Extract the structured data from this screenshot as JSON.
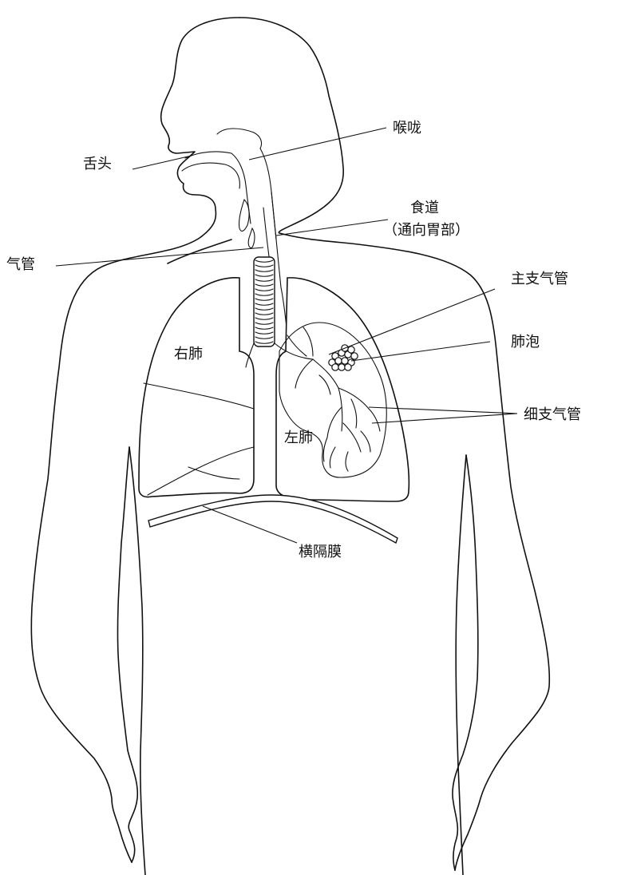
{
  "labels": {
    "tongue": "舌头",
    "pharynx": "喉咙",
    "esophagus": "食道",
    "esophagus_note": "（通向胃部）",
    "trachea": "气管",
    "main_bronchus": "主支气管",
    "alveoli": "肺泡",
    "right_lung": "右肺",
    "bronchioles": "细支气管",
    "left_lung": "左肺",
    "diaphragm": "横隔膜"
  },
  "colors": {
    "line": "#111111",
    "background": "#ffffff"
  }
}
